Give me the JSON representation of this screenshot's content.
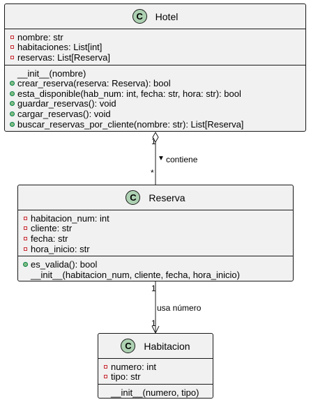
{
  "classes": {
    "hotel": {
      "badge": "C",
      "name": "Hotel",
      "attributes": [
        {
          "vis": "private",
          "text": "nombre: str"
        },
        {
          "vis": "private",
          "text": "habitaciones: List[int]"
        },
        {
          "vis": "private",
          "text": "reservas: List[Reserva]"
        }
      ],
      "methods": [
        {
          "vis": "none",
          "text": "__init__(nombre)"
        },
        {
          "vis": "public",
          "text": "crear_reserva(reserva: Reserva): bool"
        },
        {
          "vis": "public",
          "text": "esta_disponible(hab_num: int, fecha: str, hora: str): bool"
        },
        {
          "vis": "public",
          "text": "guardar_reservas(): void"
        },
        {
          "vis": "public",
          "text": "cargar_reservas(): void"
        },
        {
          "vis": "public",
          "text": "buscar_reservas_por_cliente(nombre: str): List[Reserva]"
        }
      ]
    },
    "reserva": {
      "badge": "C",
      "name": "Reserva",
      "attributes": [
        {
          "vis": "private",
          "text": "habitacion_num: int"
        },
        {
          "vis": "private",
          "text": "cliente: str"
        },
        {
          "vis": "private",
          "text": "fecha: str"
        },
        {
          "vis": "private",
          "text": "hora_inicio: str"
        }
      ],
      "methods": [
        {
          "vis": "public",
          "text": "es_valida(): bool"
        },
        {
          "vis": "none",
          "text": "__init__(habitacion_num, cliente, fecha, hora_inicio)"
        }
      ]
    },
    "habitacion": {
      "badge": "C",
      "name": "Habitacion",
      "attributes": [
        {
          "vis": "private",
          "text": "numero: int"
        },
        {
          "vis": "private",
          "text": "tipo: str"
        }
      ],
      "methods": [
        {
          "vis": "none",
          "text": "__init__(numero, tipo)"
        }
      ]
    }
  },
  "relations": {
    "hotel_reserva": {
      "label": "contiene",
      "direction_marker": "▼",
      "source_mult": "1",
      "target_mult": "*"
    },
    "reserva_habitacion": {
      "label": "usa número",
      "source_mult": "1",
      "target_mult": "1"
    }
  },
  "colors": {
    "class_fill": "#f1f1f1",
    "border": "#181818",
    "badge_fill": "#add1b2",
    "private_marker": "#c82930",
    "public_marker": "#84be84"
  }
}
